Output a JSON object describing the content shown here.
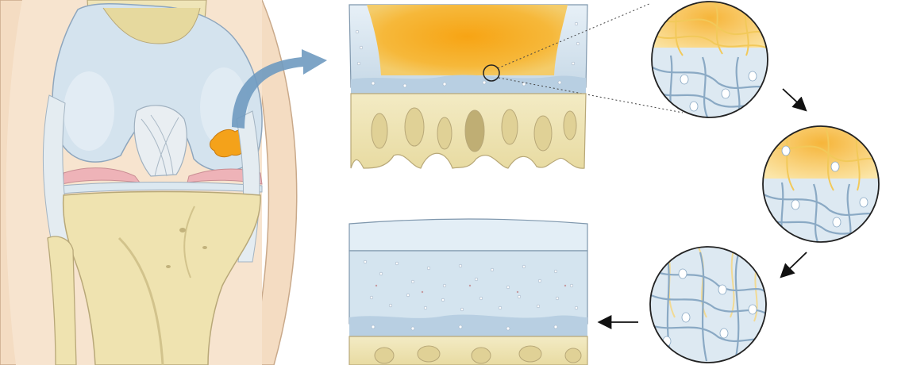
{
  "figure": {
    "panels": [
      "knee-joint-with-cartilage-defect",
      "defect-cross-section",
      "magnified-defect-interface",
      "matrix-filling-stage",
      "integrated-matrix-stage",
      "repaired-cartilage-section"
    ],
    "arrows": [
      "knee-to-section-curved-arrow",
      "circle-1-to-circle-2-arrow",
      "circle-2-to-circle-3-arrow",
      "circle-3-to-repaired-arrow"
    ],
    "colors": {
      "skin": "#f4dcc2",
      "bone": "#efe3b0",
      "cartilage": "#cfe0ec",
      "defect": "#f3a51c",
      "fibers_blue": "#8aa9c4",
      "fibers_yellow": "#f2c95a",
      "meniscus": "#eeb3b8",
      "arrow_blue": "#6f9ac0"
    }
  }
}
